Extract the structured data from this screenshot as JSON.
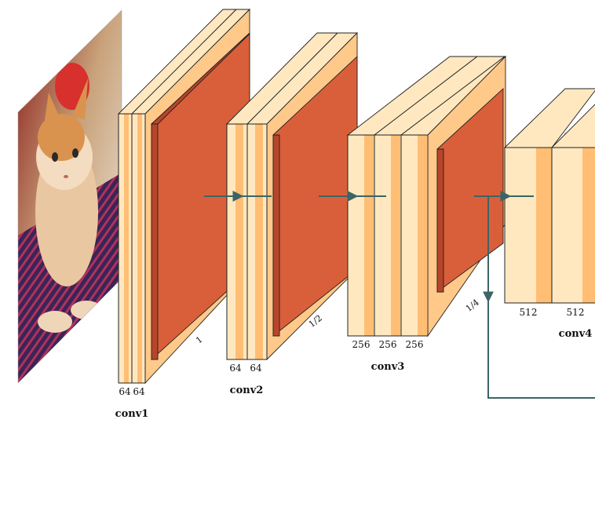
{
  "blocks": [
    {
      "id": "conv1",
      "caption": "conv1",
      "channels": [
        "64",
        "64"
      ]
    },
    {
      "id": "conv2",
      "caption": "conv2",
      "channels": [
        "64",
        "64"
      ]
    },
    {
      "id": "conv3",
      "caption": "conv3",
      "channels": [
        "256",
        "256",
        "256"
      ]
    },
    {
      "id": "conv4",
      "caption": "conv4",
      "channels": [
        "512",
        "512"
      ]
    }
  ],
  "scales": [
    "1",
    "1/2",
    "1/4"
  ],
  "colors": {
    "conv_front": "#FFE8C0",
    "conv_stripe": "#FFBE74",
    "conv_side": "#FFC98A",
    "pool": "#D95F3A",
    "pool_dark": "#B8452A",
    "arrow": "#3D6464"
  },
  "input_image": "kitten-photo"
}
